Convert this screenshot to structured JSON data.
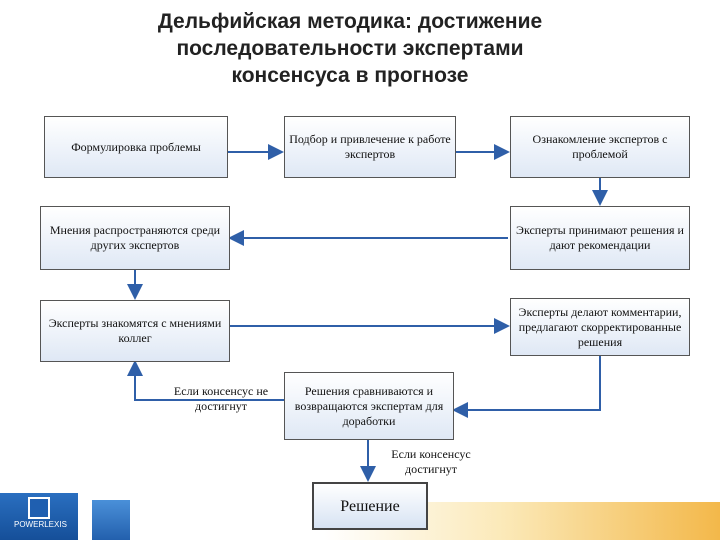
{
  "title": "Дельфийская методика: достижение последовательности экспертами консенсуса в прогнозе",
  "boxes": {
    "b1": "Формулировка проблемы",
    "b2": "Подбор и привлечение к работе экспертов",
    "b3": "Ознакомление экспертов с проблемой",
    "b4": "Эксперты принимают решения и дают рекомендации",
    "b5": "Мнения распространяются среди других экспертов",
    "b6": "Эксперты знакомятся с мнениями коллег",
    "b7": "Эксперты делают комментарии, предлагают скорректированные решения",
    "b8": "Решения сравниваются и возвращаются экспертам для доработки",
    "b9": "Решение"
  },
  "labels": {
    "no_consensus": "Если консенсус не достигнут",
    "consensus": "Если консенсус достигнут"
  },
  "logo": {
    "text": "POWERLEXIS"
  },
  "colors": {
    "arrow": "#2f5fa8",
    "box_border": "#555555"
  }
}
